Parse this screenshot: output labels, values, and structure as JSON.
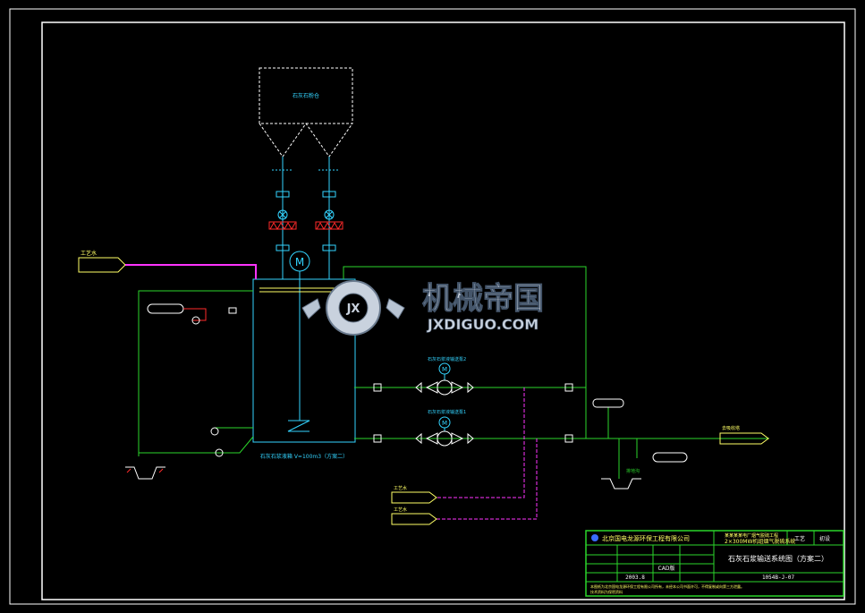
{
  "colors": {
    "background": "#000000",
    "cyan": "#33d4ff",
    "green": "#2bd62b",
    "magenta": "#ff33ff",
    "yellow": "#ffff66",
    "red": "#ff2a2a",
    "white": "#ffffff",
    "gray": "#9aa7b8"
  },
  "labels": {
    "silo": "石灰石粉仓",
    "process_water_left": "工艺水",
    "tank_caption": "石灰石浆液箱 V=100m3（方案二）",
    "pump2": "石灰石浆液输送泵2",
    "pump1": "石灰石浆液输送泵1",
    "outlet": "去吸收塔",
    "drain": "排地沟",
    "process_water_a": "工艺水",
    "process_water_b": "工艺水",
    "motor": "M",
    "pump_motor_top": "M",
    "pump_motor_bottom": "M"
  },
  "watermark": {
    "main": "机械帝国",
    "sub": "JXDIGUO.COM",
    "emblem": "JX"
  },
  "title_block": {
    "company": "北京国电龙源环保工程有限公司",
    "project_line1": "某某某某电厂烟气脱硫工程",
    "project_line2": "2×300MW机组烟气脱硫系统",
    "stage": "工艺",
    "stage_label": "初设",
    "drawing_title": "石灰石浆输送系统图（方案二）",
    "date": "2003.8",
    "cad_label": "CAD版",
    "drawing_no": "1054B-J-07",
    "footer_line1": "本图纸为北京国电龙源环保工程有限公司所有，未经本公司书面许可，不得复制或向第三方泄露。",
    "footer_line2": "技术资料为保密资料"
  }
}
